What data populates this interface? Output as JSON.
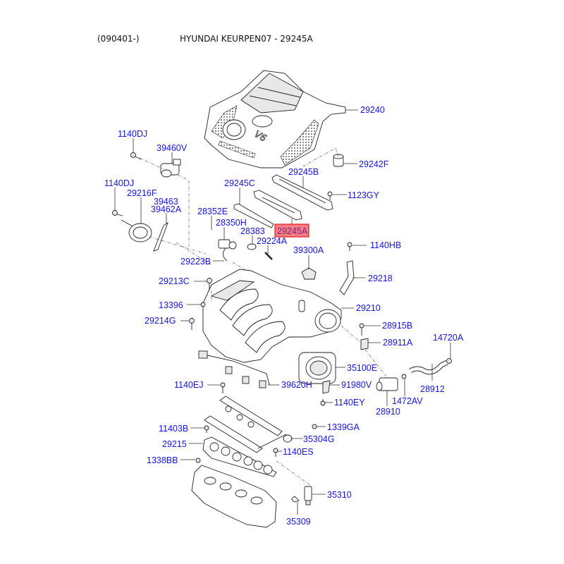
{
  "header": {
    "date_range": "(090401-)",
    "title": "HYUNDAI KEURPEN07 - 29245A"
  },
  "highlight": {
    "part": "29245A",
    "fill": "#f08080",
    "border": "#e00000",
    "text_color": "#8a1a8a"
  },
  "label_color": "#1414e6",
  "callouts": {
    "p29240": "29240",
    "p29242F": "29242F",
    "p29245B": "29245B",
    "p1123GY": "1123GY",
    "p29245C": "29245C",
    "p29245A": "29245A",
    "p1140DJ_a": "1140DJ",
    "p39460V": "39460V",
    "p1140DJ_b": "1140DJ",
    "p29216F": "29216F",
    "p39463": "39463",
    "p39462A": "39462A",
    "p28352E": "28352E",
    "p28350H": "28350H",
    "p28383": "28383",
    "p29224A": "29224A",
    "p39300A": "39300A",
    "p1140HB": "1140HB",
    "p29223B": "29223B",
    "p29218": "29218",
    "p29213C": "29213C",
    "p13396": "13396",
    "p29210": "29210",
    "p29214G": "29214G",
    "p28915B": "28915B",
    "p28911A": "28911A",
    "p14720A": "14720A",
    "p35100E": "35100E",
    "p28912": "28912",
    "p1140EJ": "1140EJ",
    "p39620H": "39620H",
    "p91980V": "91980V",
    "p1472AV": "1472AV",
    "p1140EY": "1140EY",
    "p28910": "28910",
    "p11403B": "11403B",
    "p1339GA": "1339GA",
    "p29215": "29215",
    "p35304G": "35304G",
    "p1140ES": "1140ES",
    "p1338BB": "1338BB",
    "p35310": "35310",
    "p35309": "35309"
  },
  "icons": {
    "engine_cover": "engine-cover-illustration",
    "manifold": "intake-manifold-illustration"
  }
}
